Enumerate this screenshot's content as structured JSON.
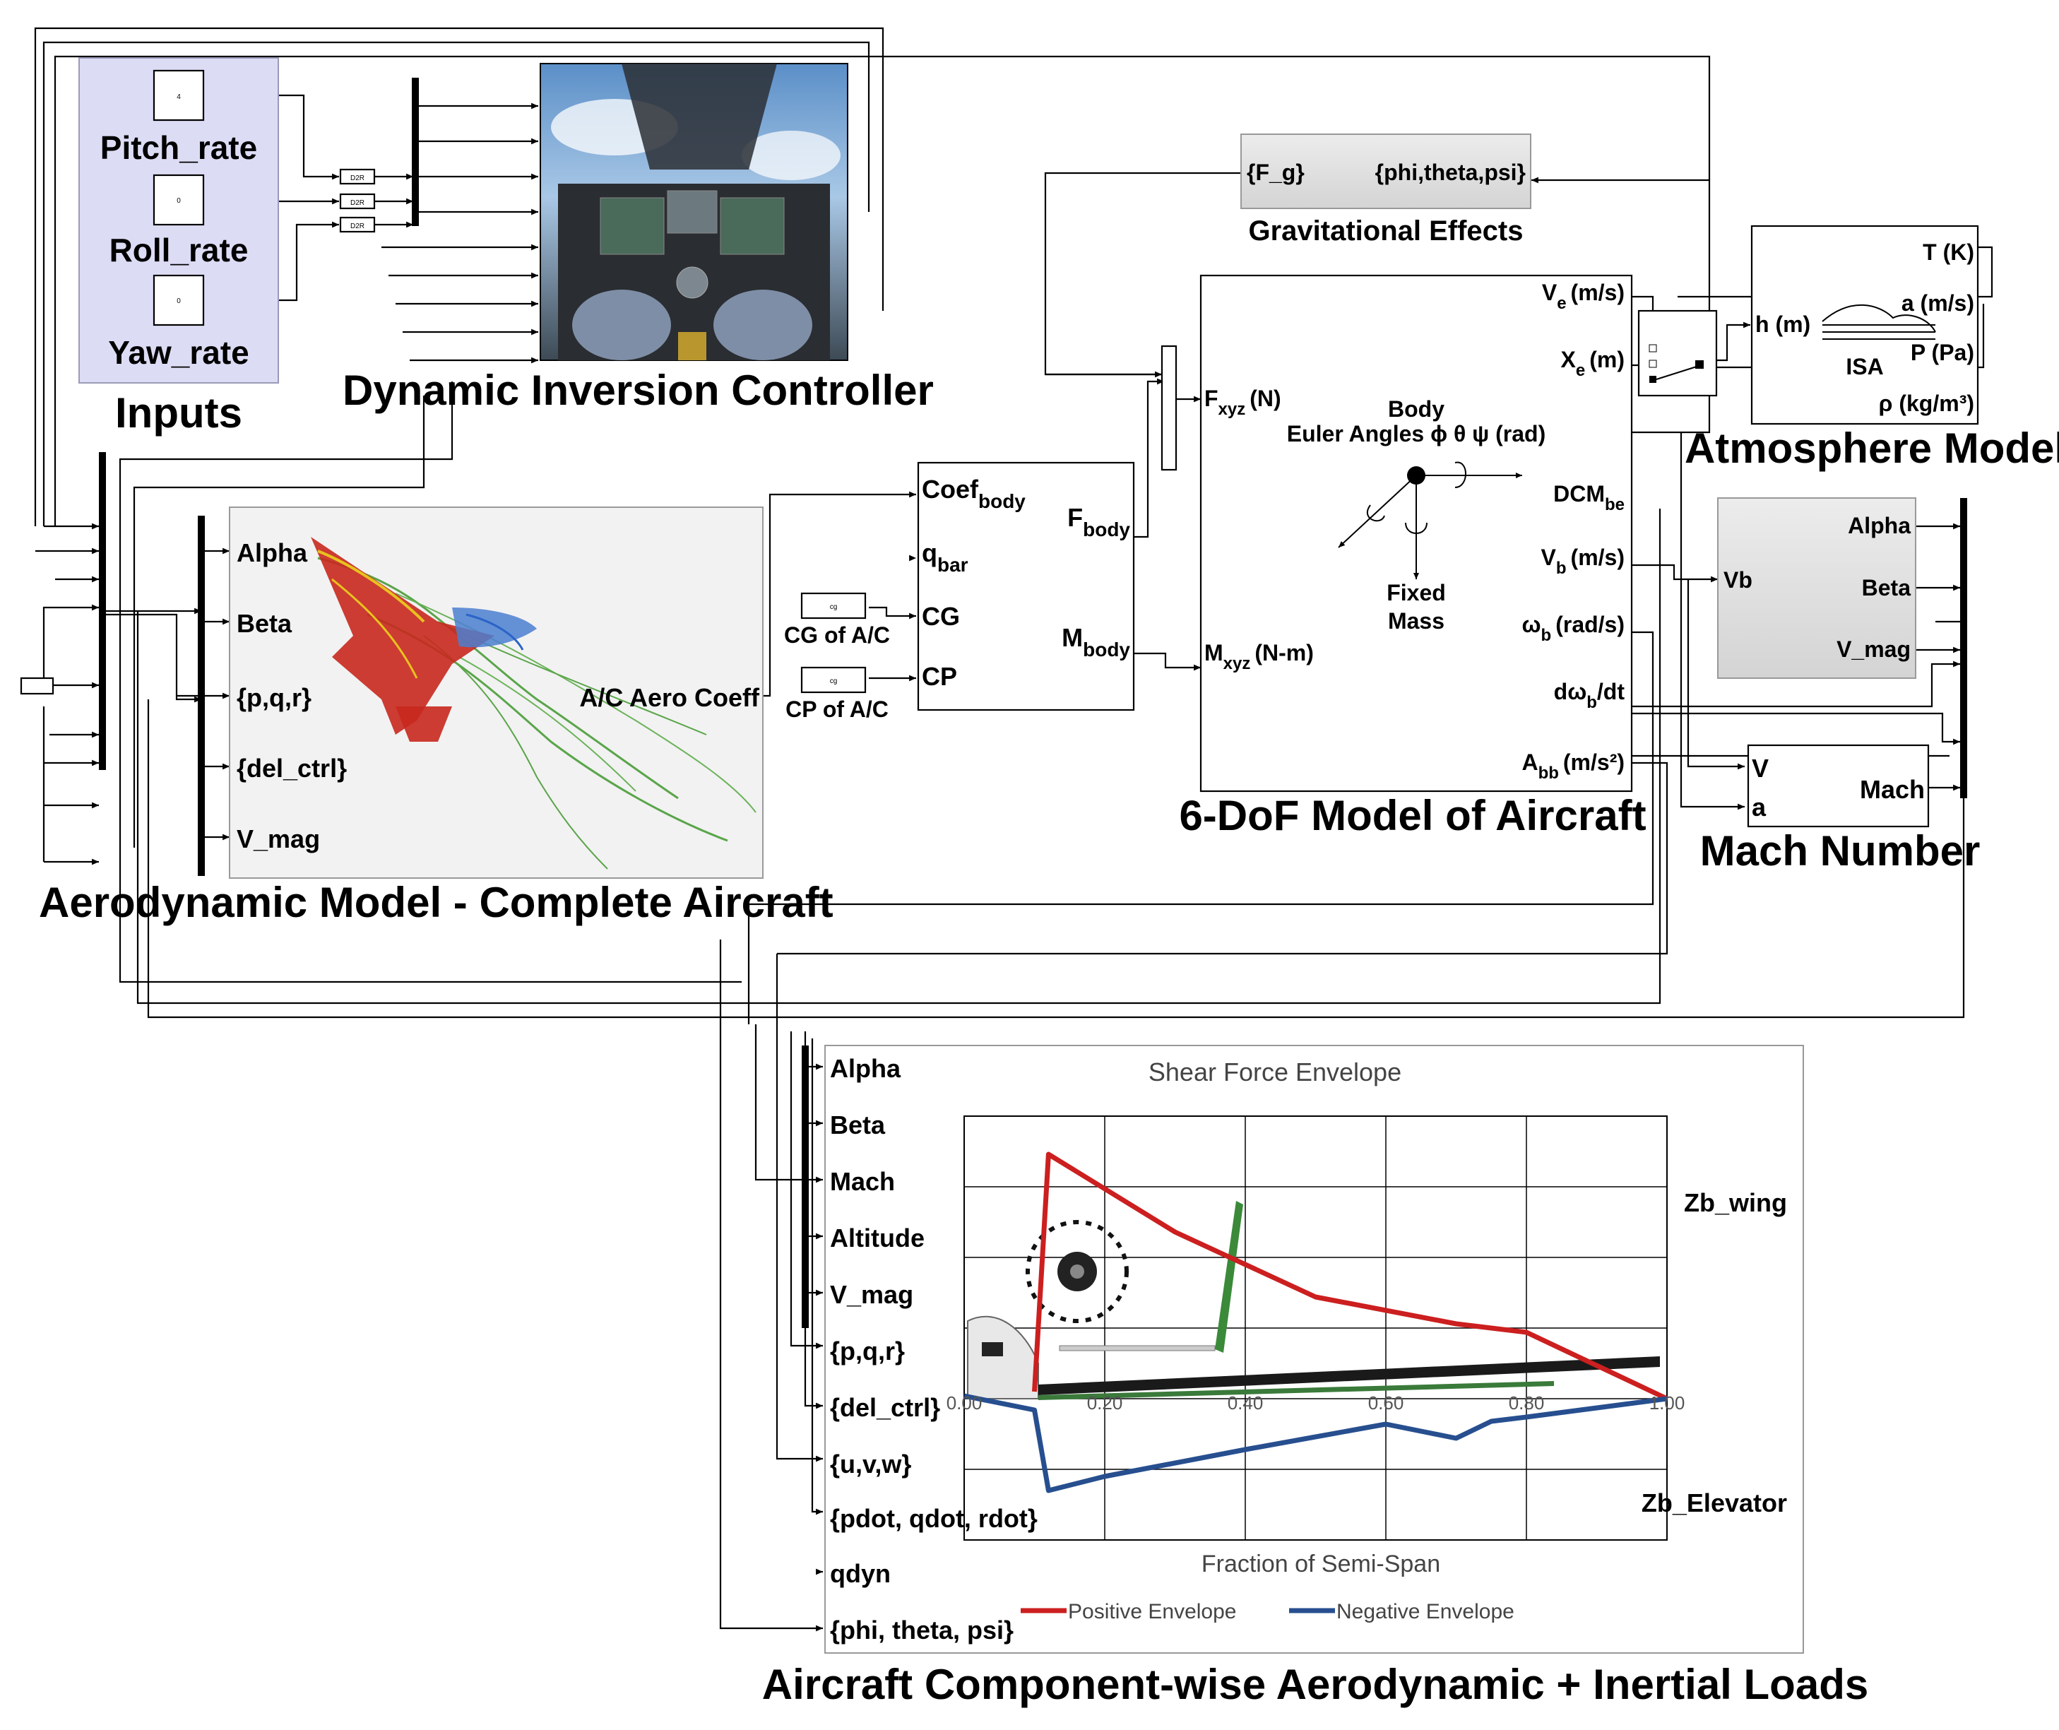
{
  "inputs": {
    "title": "Inputs",
    "labels": [
      "Pitch_rate",
      "Roll_rate",
      "Yaw_rate"
    ],
    "const_values": [
      "4",
      "0",
      "0"
    ],
    "converter_label": "D2R",
    "bg_color": "#dcdcf5"
  },
  "controller": {
    "title": "Dynamic Inversion Controller",
    "image": "cockpit-photo"
  },
  "aero_model": {
    "title": "Aerodynamic Model - Complete Aircraft",
    "ports_in": [
      "Alpha",
      "Beta",
      "{p,q,r}",
      "{del_ctrl}",
      "V_mag"
    ],
    "port_out": "A/C Aero Coeff",
    "image": "aircraft-flow-visualization"
  },
  "forces_block": {
    "ports_in": [
      {
        "base": "Coef",
        "sub": "body"
      },
      {
        "base": "q",
        "sub": "bar"
      },
      {
        "base": "CG",
        "sub": ""
      },
      {
        "base": "CP",
        "sub": ""
      }
    ],
    "ports_out": [
      {
        "base": "F",
        "sub": "body"
      },
      {
        "base": "M",
        "sub": "body"
      }
    ],
    "cg_caption": "CG of A/C",
    "cp_caption": "CP of A/C",
    "const_label": "cg"
  },
  "gravity": {
    "title": "Gravitational Effects",
    "out_label": "{F_g}",
    "in_label": "{phi,theta,psi}"
  },
  "six_dof": {
    "title": "6-DoF Model of Aircraft",
    "center_lines": [
      "Body",
      "Euler Angles ϕ θ ψ (rad)"
    ],
    "mass_lines": [
      "Fixed",
      "Mass"
    ],
    "ports_in": [
      {
        "base": "F",
        "sub": "xyz",
        "unit": "(N)"
      },
      {
        "base": "M",
        "sub": "xyz",
        "unit": "(N-m)"
      }
    ],
    "ports_out": [
      {
        "base": "V",
        "sub": "e",
        "unit": "(m/s)"
      },
      {
        "base": "X",
        "sub": "e",
        "unit": "(m)"
      },
      {
        "base": "DCM",
        "sub": "be",
        "unit": ""
      },
      {
        "base": "V",
        "sub": "b",
        "unit": "(m/s)"
      },
      {
        "base": "ω",
        "sub": "b",
        "unit": "(rad/s)"
      },
      {
        "base": "dω",
        "sub": "b",
        "unit": "/dt"
      },
      {
        "base": "A",
        "sub": "bb",
        "unit": "(m/s²)"
      }
    ]
  },
  "atmosphere": {
    "title": "Atmosphere Model",
    "port_in": "h (m)",
    "ports_out": [
      "T (K)",
      "a (m/s)",
      "P (Pa)",
      "ρ (kg/m³)"
    ],
    "icon_label": "ISA"
  },
  "incidence": {
    "port_in": "Vb",
    "ports_out": [
      "Alpha",
      "Beta",
      "V_mag"
    ]
  },
  "mach": {
    "title": "Mach Number",
    "ports_in": [
      "V",
      "a"
    ],
    "port_out": "Mach"
  },
  "loads": {
    "title": "Aircraft Component-wise Aerodynamic + Inertial Loads",
    "ports_in": [
      "Alpha",
      "Beta",
      "Mach",
      "Altitude",
      "V_mag",
      "{p,q,r}",
      "{del_ctrl}",
      "{u,v,w}",
      "{pdot, qdot, rdot}",
      "qdyn",
      "{phi, theta, psi}"
    ],
    "ports_out": [
      "Zb_wing",
      "Zb_Elevator"
    ]
  },
  "chart_data": {
    "type": "line",
    "title": "Shear Force Envelope",
    "xlabel": "Fraction of Semi-Span",
    "ylabel": "",
    "xlim": [
      0.0,
      1.0
    ],
    "ylim": [
      -1.0,
      2.0
    ],
    "x_tick_labels": [
      "0.00",
      "0.20",
      "0.40",
      "0.60",
      "0.80",
      "1.00"
    ],
    "x_ticks": [
      0.0,
      0.2,
      0.4,
      0.6,
      0.8,
      1.0
    ],
    "grid": true,
    "legend_position": "bottom",
    "series": [
      {
        "name": "Positive Envelope",
        "color": "#cc1f1f",
        "x": [
          0.1,
          0.12,
          0.3,
          0.5,
          0.7,
          0.8,
          1.0
        ],
        "y": [
          0.05,
          1.73,
          1.18,
          0.72,
          0.53,
          0.47,
          0.0
        ]
      },
      {
        "name": "Negative Envelope",
        "color": "#274f8f",
        "x": [
          0.0,
          0.1,
          0.12,
          0.2,
          0.4,
          0.6,
          0.7,
          0.75,
          0.8,
          1.0
        ],
        "y": [
          0.02,
          -0.08,
          -0.65,
          -0.55,
          -0.36,
          -0.18,
          -0.28,
          -0.16,
          -0.13,
          0.0
        ]
      }
    ]
  }
}
